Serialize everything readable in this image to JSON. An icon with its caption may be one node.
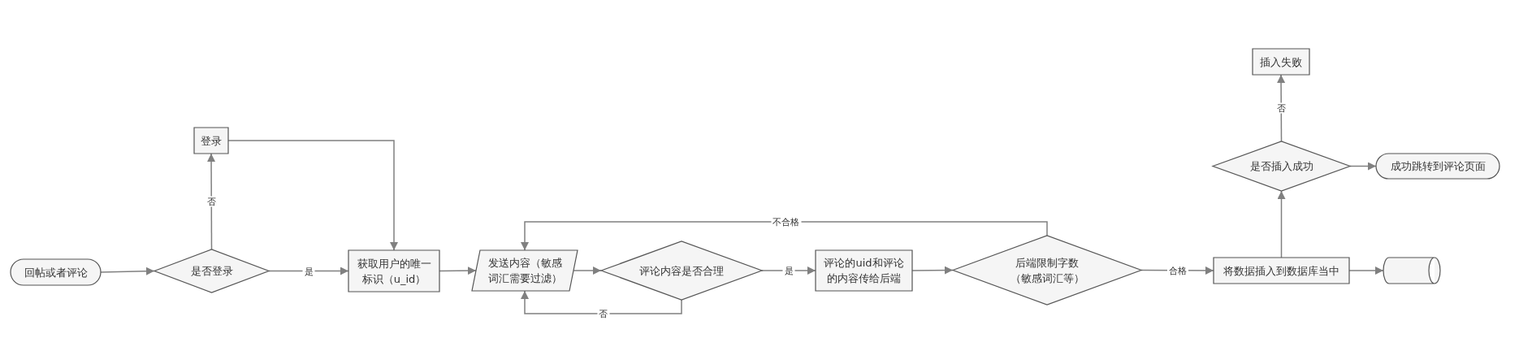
{
  "diagram": {
    "nodes": [
      {
        "text": [
          "回帖或者评论"
        ]
      },
      {
        "text": [
          "是否登录"
        ]
      },
      {
        "text": [
          "登录"
        ]
      },
      {
        "text": [
          "获取用户的唯一标识（u_id）"
        ]
      },
      {
        "text": [
          "发送内容（敏感词汇需要过滤）"
        ]
      },
      {
        "text": [
          "评论内容是否合理"
        ]
      },
      {
        "text": [
          "评论的uid和评论的内容传给后端"
        ]
      },
      {
        "text": [
          "后端限制字数（敏感词汇等）"
        ]
      },
      {
        "text": [
          "将数据插入到数据库当中"
        ]
      },
      {
        "text": [],
        "shape": "cylinder"
      },
      {
        "text": [
          "是否插入成功"
        ]
      },
      {
        "text": [
          "插入失败"
        ]
      },
      {
        "text": [
          "成功跳转到评论页面"
        ]
      }
    ],
    "edges": [
      {
        "from": 0,
        "to": 1,
        "arrow": "to"
      },
      {
        "from": 1,
        "to": 2,
        "label": "否",
        "arrow": "to"
      },
      {
        "from": 1,
        "to": 3,
        "label": "是",
        "arrow": "to"
      },
      {
        "from": 2,
        "to": 3,
        "arrow": "to"
      },
      {
        "from": 3,
        "to": 4,
        "arrow": "to"
      },
      {
        "from": 4,
        "to": 5,
        "arrow": "to"
      },
      {
        "from": 5,
        "to": 4,
        "label": "否",
        "arrow": "to"
      },
      {
        "from": 5,
        "to": 6,
        "label": "是",
        "arrow": "to"
      },
      {
        "from": 6,
        "to": 7,
        "arrow": "to"
      },
      {
        "from": 7,
        "to": 4,
        "label": "不合格",
        "arrow": "to"
      },
      {
        "from": 7,
        "to": 8,
        "label": "合格",
        "arrow": "to"
      },
      {
        "from": 8,
        "to": 9,
        "arrow": "to"
      },
      {
        "from": 8,
        "to": 10,
        "arrow": "to"
      },
      {
        "from": 10,
        "to": 11,
        "label": "否",
        "arrow": "to"
      },
      {
        "from": 10,
        "to": 12,
        "arrow": "to"
      }
    ]
  }
}
